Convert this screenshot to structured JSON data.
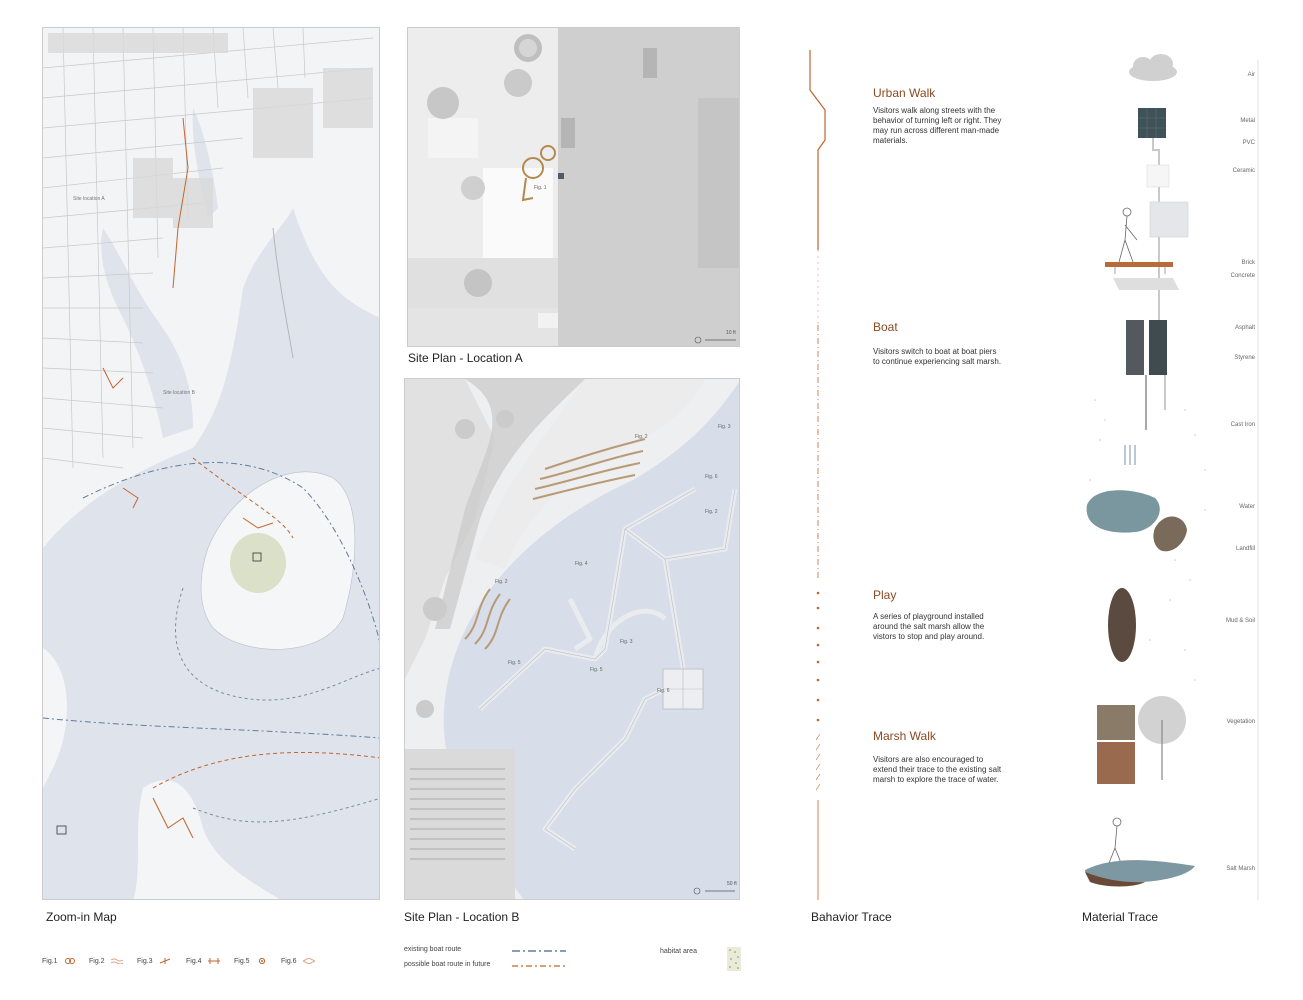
{
  "colors": {
    "accent": "#c2652f",
    "water": "#dde3ec",
    "land": "#f4f5f6",
    "roadGray": "#cfcfcf"
  },
  "panels": {
    "zoom_map": {
      "caption": "Zoom-in Map",
      "labels": [
        "Site location A",
        "Site location B"
      ]
    },
    "site_a": {
      "caption": "Site Plan - Location A",
      "fig": "Fig. 1",
      "scale": "10 ft"
    },
    "site_b": {
      "caption": "Site Plan - Location B",
      "figs": [
        "Fig. 2",
        "Fig. 3",
        "Fig. 4",
        "Fig. 5",
        "Fig. 6",
        "Fig. 2",
        "Fig. 3",
        "Fig. 5",
        "Fig. 6",
        "Fig. 2"
      ],
      "scale": "50 ft"
    },
    "behavior": {
      "caption": "Bahavior Trace"
    },
    "material": {
      "caption": "Material Trace"
    }
  },
  "behaviors": [
    {
      "title": "Urban Walk",
      "text": "Visitors walk along streets with the behavior of turning left or right. They may run across different man-made materials."
    },
    {
      "title": "Boat",
      "text": "Visitors switch to boat at boat piers to continue experiencing salt marsh."
    },
    {
      "title": "Play",
      "text": "A series of playground installed around the salt marsh allow the vistors to stop and play around."
    },
    {
      "title": "Marsh Walk",
      "text": "Visitors are also encouraged to extend their trace to the existing salt marsh to explore the trace of water."
    }
  ],
  "materials": [
    "Air",
    "Metal",
    "PVC",
    "Ceramic",
    "Brick",
    "Concrete",
    "Asphalt",
    "Styrene",
    "Cast Iron",
    "Water",
    "Landfill",
    "Mud & Soil",
    "Vegetation",
    "Salt Marsh"
  ],
  "legend": {
    "figs": [
      "Fig.1",
      "Fig.2",
      "Fig.3",
      "Fig.4",
      "Fig.5",
      "Fig.6"
    ],
    "routes": [
      "existing boat route",
      "possible boat route in future"
    ],
    "habitat": "habitat area"
  }
}
